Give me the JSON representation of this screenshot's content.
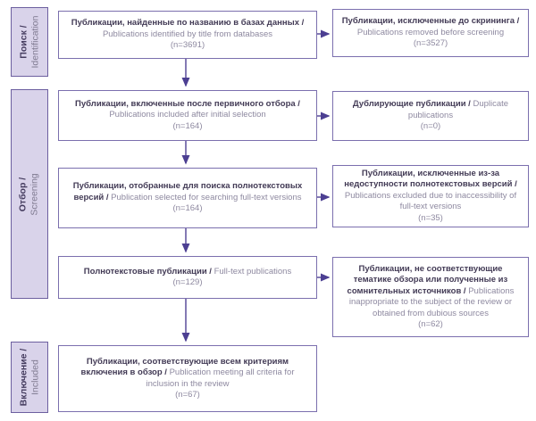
{
  "flow": {
    "stages": [
      {
        "ru": "Поиск /",
        "en": "Identification"
      },
      {
        "ru": "Отбор /",
        "en": "Screening"
      },
      {
        "ru": "Включение /",
        "en": "Included"
      }
    ],
    "main": [
      {
        "ru": "Публикации, найденные по названию в базах данных /",
        "en": "Publications identified by title from databases",
        "n": "(n=3691)"
      },
      {
        "ru": "Публикации, включенные после первичного отбора /",
        "en": "Publications included after initial selection",
        "n": "(n=164)"
      },
      {
        "ru": "Публикации, отобранные для поиска полнотекстовых версий /",
        "en": "Publication selected for searching full-text versions",
        "n": "(n=164)"
      },
      {
        "ru": "Полнотекстовые публикации /",
        "en": "Full-text publications",
        "n": "(n=129)"
      },
      {
        "ru": "Публикации, соответствующие всем критериям включения в обзор /",
        "en": "Publication meeting all criteria for inclusion in the review",
        "n": "(n=67)"
      }
    ],
    "excluded": [
      {
        "ru": "Публикации, исключенные до скрининга /",
        "en": "Publications removed before screening",
        "n": "(n=3527)"
      },
      {
        "ru": "Дублирующие публикации /",
        "en": "Duplicate publications",
        "n": "(n=0)"
      },
      {
        "ru": "Публикации, исключенные из-за недоступности полнотекстовых версий /",
        "en": "Publications excluded due to inaccessibility of full-text versions",
        "n": "(n=35)"
      },
      {
        "ru": "Публикации, не соответствующие тематике обзора или полученные из сомнительных источников /",
        "en": "Publications inappropriate to the subject of the review or obtained from dubious sources",
        "n": "(n=62)"
      }
    ],
    "colors": {
      "box_border": "#7b6fae",
      "stage_fill": "#d9d3ea",
      "stage_border": "#6c5f9f",
      "arrow": "#5b4e9b",
      "arrowhead": "#4c3f92",
      "text_ru": "#423a55",
      "text_en": "#8e89a0"
    }
  }
}
